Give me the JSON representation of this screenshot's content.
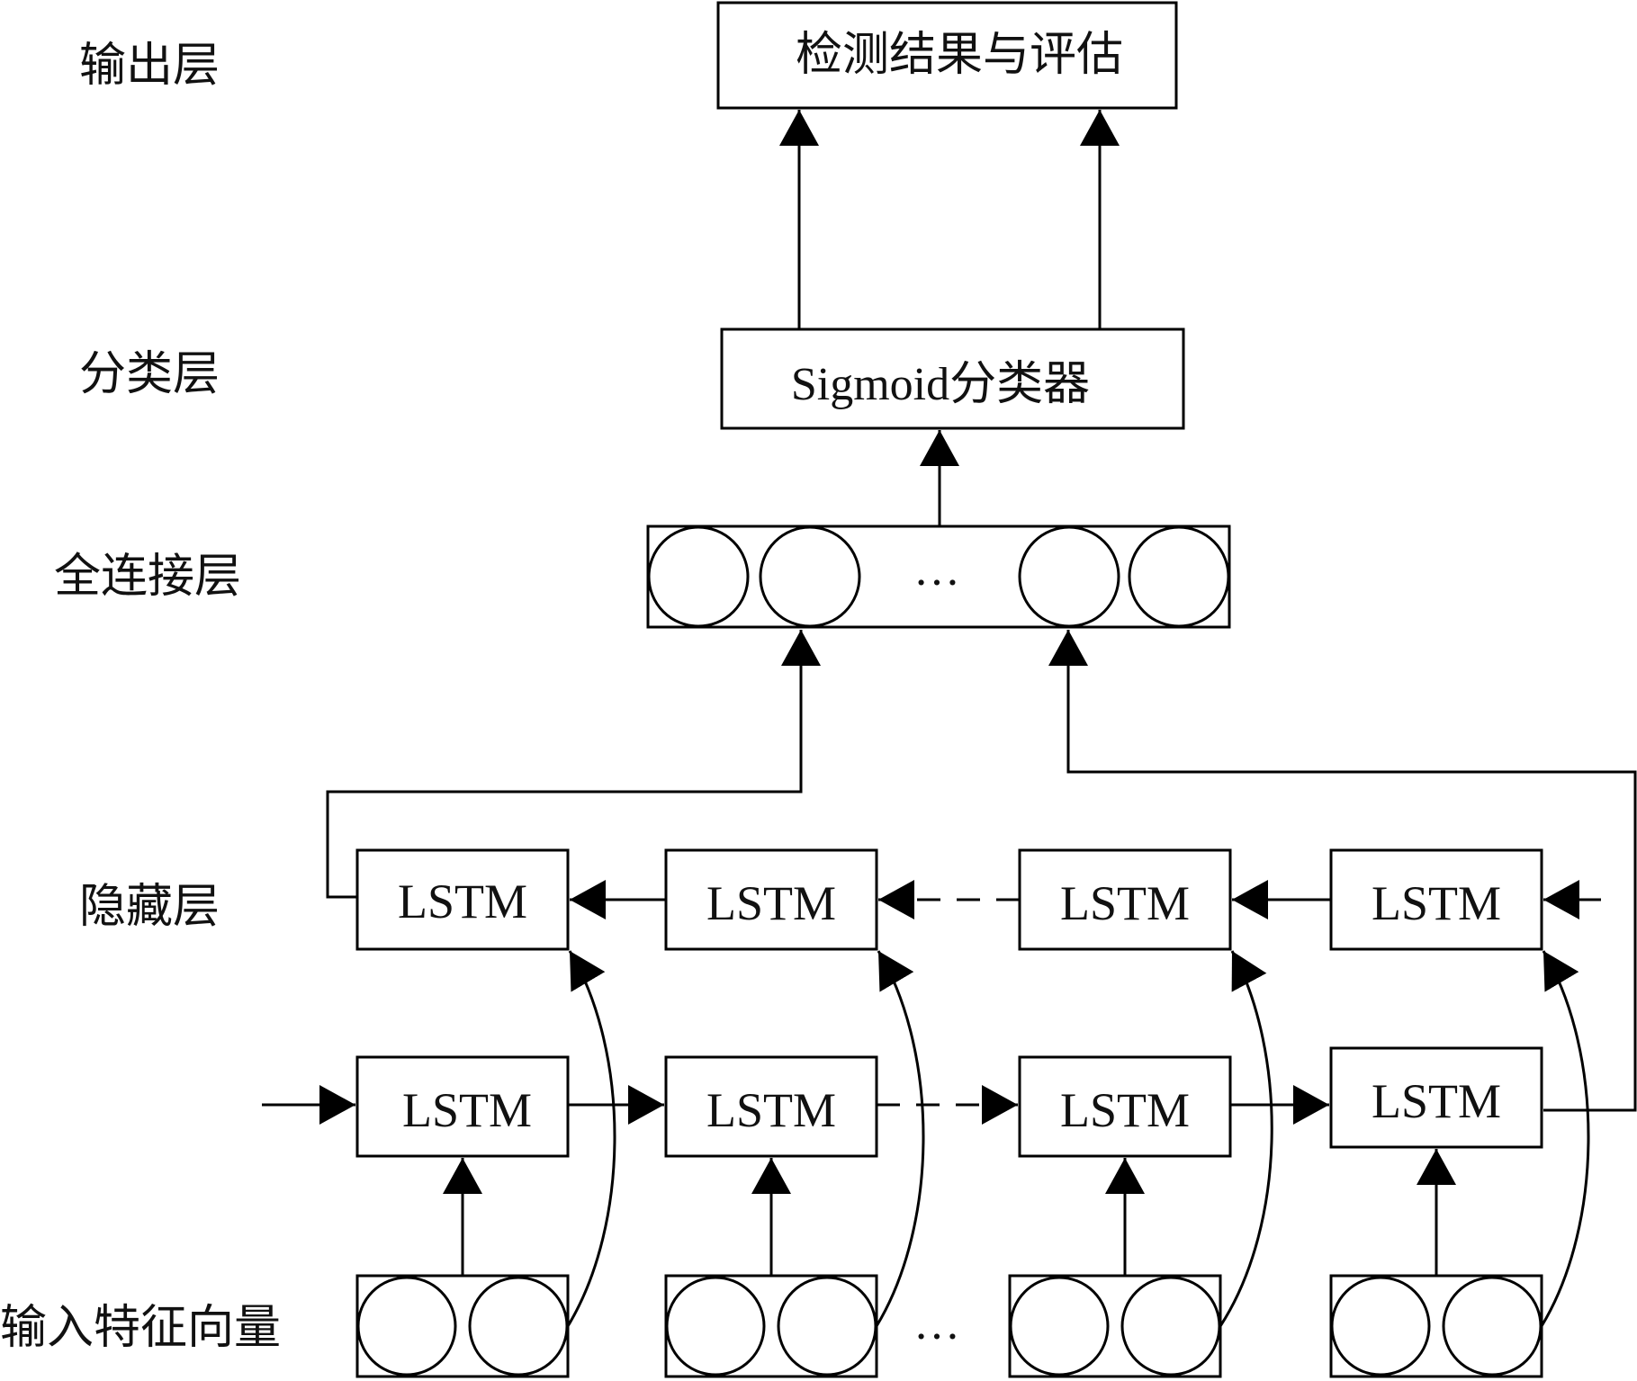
{
  "layers": {
    "output": "输出层",
    "classification": "分类层",
    "fully_connected": "全连接层",
    "hidden": "隐藏层",
    "input": "输入特征向量"
  },
  "boxes": {
    "output_box": "检测结果与评估",
    "classifier_box": "Sigmoid分类器"
  },
  "lstm_label": "LSTM",
  "ellipsis": "…",
  "ellipsis_input": "…"
}
